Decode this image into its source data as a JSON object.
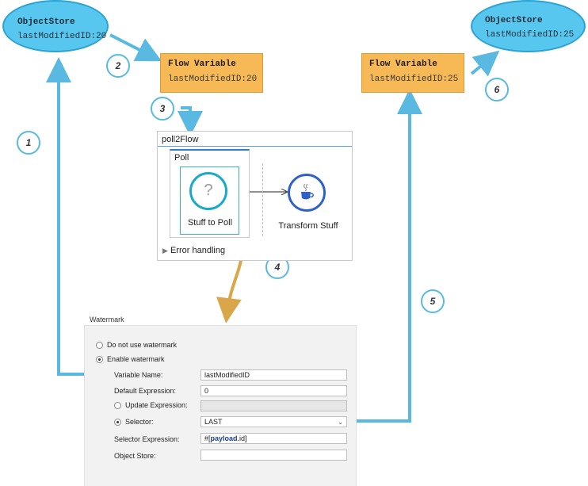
{
  "object_store_left": {
    "title": "ObjectStore",
    "value": "lastModifiedID:20"
  },
  "object_store_right": {
    "title": "ObjectStore",
    "value": "lastModifiedID:25"
  },
  "flow_variable_left": {
    "title": "Flow Variable",
    "value": "lastModifiedID:20"
  },
  "flow_variable_right": {
    "title": "Flow Variable",
    "value": "lastModifiedID:25"
  },
  "steps": [
    "1",
    "2",
    "3",
    "4",
    "5",
    "6"
  ],
  "flow": {
    "name": "poll2Flow",
    "poll_label": "Poll",
    "poll_icon": "?",
    "source_label": "Stuff to Poll",
    "processor_label": "Transform Stuff",
    "error_handling": "Error handling"
  },
  "watermark": {
    "title": "Watermark",
    "option_none": "Do not use watermark",
    "option_enable": "Enable watermark",
    "variable_name_label": "Variable Name:",
    "variable_name_value": "lastModifiedID",
    "default_expression_label": "Default Expression:",
    "default_expression_value": "0",
    "update_expression_label": "Update Expression:",
    "update_expression_value": "",
    "selector_label": "Selector:",
    "selector_value": "LAST",
    "selector_expression_label": "Selector Expression:",
    "selector_expression_prefix": "#[",
    "selector_expression_keyword": "payload",
    "selector_expression_suffix": ".id]",
    "object_store_label": "Object Store:",
    "object_store_value": ""
  },
  "colors": {
    "store_fill": "#57c7f0",
    "flow_var_fill": "#f7b955",
    "arrow_blue": "#5ab9e0",
    "arrow_gold": "#d9a64a"
  }
}
